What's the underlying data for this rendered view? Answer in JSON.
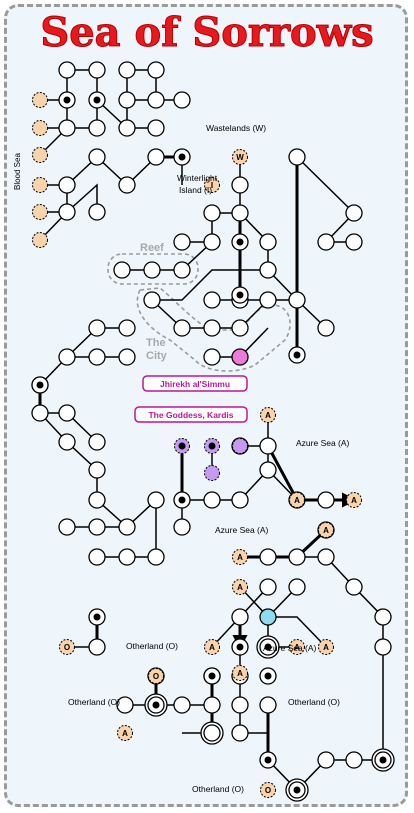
{
  "title": "Sea of Sorrows",
  "regions": {
    "blood_sea": "Blood Sea",
    "wastelands": "Wastelands (W)",
    "winterlight_1": "Winterlight",
    "winterlight_2": "Island (I)",
    "reef": "Reef",
    "city_1": "The",
    "city_2": "City",
    "azure_a": "Azure Sea (A)",
    "azure_b": "Azure Sea (A)",
    "azure_c": "Azure Sea (A)",
    "otherland_a": "Otherland (O)",
    "otherland_b": "Otherland (O)",
    "otherland_c": "Otherland (O)",
    "otherland_d": "Otherland (O)"
  },
  "callouts": {
    "jhirekh": "Jhirekh al'Simmu",
    "goddess": "The Goddess, Kardis"
  },
  "tokens": {
    "wastelands": "W",
    "winterlight": "I",
    "azure": "A",
    "otherland": "O"
  },
  "colors": {
    "title": "#e8191e",
    "background": "#eef6fb",
    "token_fill": "#f8d3ab",
    "callout": "#c01590",
    "jhirekh_node": "#f07ad8",
    "goddess_nodes": "#c59af0",
    "special_node": "#8fdcef"
  }
}
